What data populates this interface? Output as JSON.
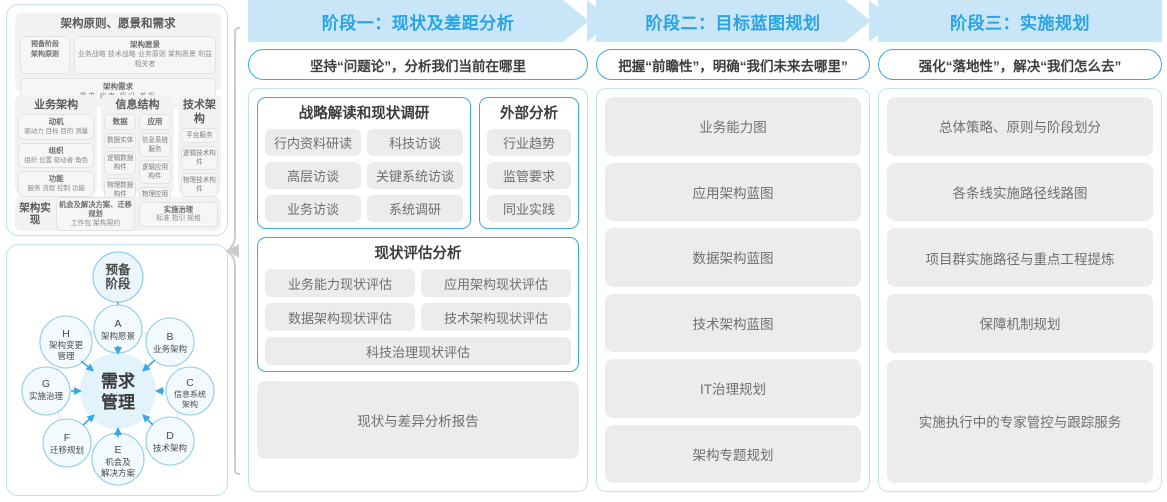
{
  "left_panel": {
    "architecture_principles": {
      "title": "架构原则、愿景和需求",
      "prep_stage": {
        "line1": "预备阶段",
        "line2": "架构原则"
      },
      "vision": {
        "title": "架构愿景",
        "items": "业务战略 技术战略 业务原则 架构愿景 利益相关者"
      },
      "requirements": {
        "title": "架构需求",
        "items": "需求  约束  假设  差距"
      }
    },
    "business_architecture": {
      "title": "业务架构",
      "cells": [
        {
          "head": "动机",
          "sub": "驱动力 目标 目的 测量"
        },
        {
          "head": "组织",
          "sub": "组织 位置 驱动者 角色"
        },
        {
          "head": "功能",
          "sub": "服务 流程 控制 功能"
        }
      ]
    },
    "information_structure": {
      "title": "信息结构",
      "data_column": [
        "数据",
        "数据实体",
        "逻辑数据构件",
        "物理数据构件"
      ],
      "app_column": [
        "应用",
        "信息系统服务",
        "逻辑应用构件",
        "物理应用构件"
      ]
    },
    "technical_architecture": {
      "title": "技术架构",
      "cells": [
        "平台服务",
        "逻辑技术构件",
        "物理技术构件"
      ]
    },
    "architecture_realization": {
      "lead": "架构实现",
      "cells": [
        {
          "head": "机会及解决方案、迁移规划",
          "sub": "工作包  架构契约"
        },
        {
          "head": "实施治理",
          "sub": "标准  指引  规格"
        }
      ]
    },
    "cycle": {
      "center": "需求管理",
      "prep": "预备阶段",
      "nodes": [
        {
          "letter": "A",
          "label": "架构愿景"
        },
        {
          "letter": "B",
          "label": "业务架构"
        },
        {
          "letter": "C",
          "label": "信息系统架构"
        },
        {
          "letter": "D",
          "label": "技术架构"
        },
        {
          "letter": "E",
          "label": "机会及解决方案"
        },
        {
          "letter": "F",
          "label": "迁移规划"
        },
        {
          "letter": "G",
          "label": "实施治理"
        },
        {
          "letter": "H",
          "label": "架构变更管理"
        }
      ]
    }
  },
  "phases": [
    {
      "banner": "阶段一：现状及差距分析",
      "subtitle": "坚持“问题论”，分析我们当前在哪里",
      "strategy_card": {
        "title": "战略解读和现状调研",
        "chips": [
          "行内资料研读",
          "科技访谈",
          "高层访谈",
          "关键系统访谈",
          "业务访谈",
          "系统调研"
        ]
      },
      "external_card": {
        "title": "外部分析",
        "chips": [
          "行业趋势",
          "监管要求",
          "同业实践"
        ]
      },
      "assessment_card": {
        "title": "现状评估分析",
        "chips": [
          "业务能力现状评估",
          "应用架构现状评估",
          "数据架构现状评估",
          "技术架构现状评估"
        ],
        "wide_chip": "科技治理现状评估"
      },
      "report": "现状与差异分析报告"
    },
    {
      "banner": "阶段二：目标蓝图规划",
      "subtitle": "把握“前瞻性”，明确“我们未来去哪里”",
      "items": [
        "业务能力图",
        "应用架构蓝图",
        "数据架构蓝图",
        "技术架构蓝图",
        "IT治理规划",
        "架构专题规划"
      ]
    },
    {
      "banner": "阶段三：实施规划",
      "subtitle": "强化“落地性”，解决“我们怎么去”",
      "items": [
        "总体策略、原则与阶段划分",
        "各条线实施路径线路图",
        "项目群实施路径与重点工程提炼",
        "保障机制规划",
        "实施执行中的专家管控与跟踪服务"
      ]
    }
  ],
  "colors": {
    "banner_bg": "#c8e6f7",
    "banner_text": "#29a3e6",
    "accent_border": "#3aa9e0",
    "panel_border": "#bfe3f3",
    "chip_bg": "#ececec",
    "chip_text": "#6f6f6f"
  }
}
